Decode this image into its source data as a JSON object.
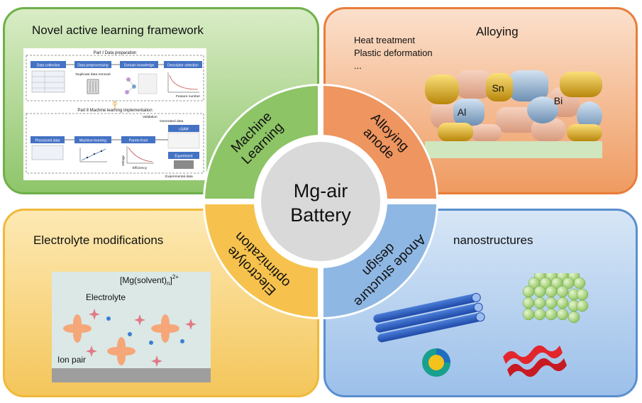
{
  "center": {
    "line1": "Mg-air",
    "line2": "Battery"
  },
  "ring": {
    "ml1": "Machine",
    "ml2": "Learning",
    "aa1": "Alloying",
    "aa2": "anode",
    "eo1": "Electrolyte",
    "eo2": "optimization",
    "as1": "Anode structure",
    "as2": "design"
  },
  "panels": {
    "ml": {
      "title": "Novel active learning framework",
      "part1": "Part Ⅰ Data preparation",
      "part2": "Part Ⅱ Machine learning implementation",
      "boxes": [
        "Data collection",
        "Data preprocessing",
        "Domain knowledge",
        "Descriptor selection",
        "Processed data",
        "Machine learning",
        "Pareto front",
        "cSAM",
        "Experiment"
      ],
      "notes": [
        "Duplicate data removal",
        "Feature number",
        "Validation",
        "Generated data",
        "Voltage",
        "Efficiency",
        "Experimental data"
      ]
    },
    "alloy": {
      "title": "Alloying",
      "methods": [
        "Heat treatment",
        "Plastic deformation",
        "..."
      ],
      "elements": [
        "Sn",
        "Al",
        "Bi"
      ]
    },
    "electrolyte": {
      "title": "Electrolyte modifications",
      "complex_base": "[Mg(solvent)",
      "complex_sub": "n",
      "complex_end": "]",
      "complex_sup": "2+",
      "label_electrolyte": "Electrolyte",
      "label_ion_pair": "Ion pair"
    },
    "nano": {
      "title": "nanostructures"
    }
  },
  "colors": {
    "ml": "#8cc466",
    "alloy": "#ee9560",
    "electrolyte": "#f6c24d",
    "anode": "#8fb7e3",
    "center": "#d9d9d9",
    "al": "#f1b79c",
    "sn": "#e9b010",
    "bi": "#9ab8d8"
  }
}
